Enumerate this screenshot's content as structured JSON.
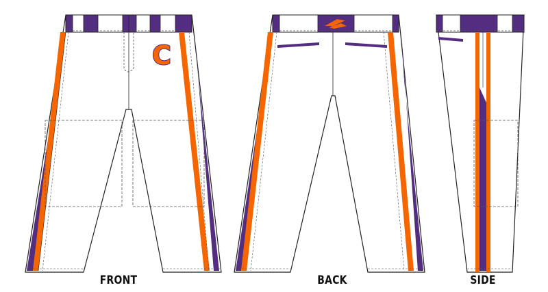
{
  "views": {
    "front_label": "FRONT",
    "back_label": "BACK",
    "side_label": "SIDE"
  },
  "logo": {
    "letter": "C"
  },
  "colors": {
    "purple": "#522D80",
    "orange": "#F56600",
    "outline": "#222222",
    "stitch": "#555555",
    "fabric": "#ffffff"
  }
}
